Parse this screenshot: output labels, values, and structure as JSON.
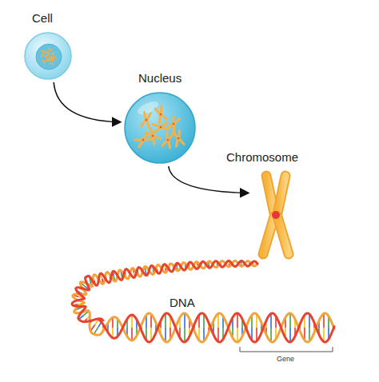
{
  "diagram": {
    "nodes": [
      {
        "text": [
          "Cell"
        ]
      },
      {
        "text": [
          "Nucleus"
        ]
      },
      {
        "text": [
          "Chromosome"
        ]
      },
      {
        "text": [
          "DNA"
        ]
      }
    ],
    "edges": [
      {
        "from": 0,
        "to": 1,
        "arrow": "to"
      },
      {
        "from": 1,
        "to": 2,
        "arrow": "to"
      }
    ],
    "labels": [
      "Gene"
    ]
  }
}
